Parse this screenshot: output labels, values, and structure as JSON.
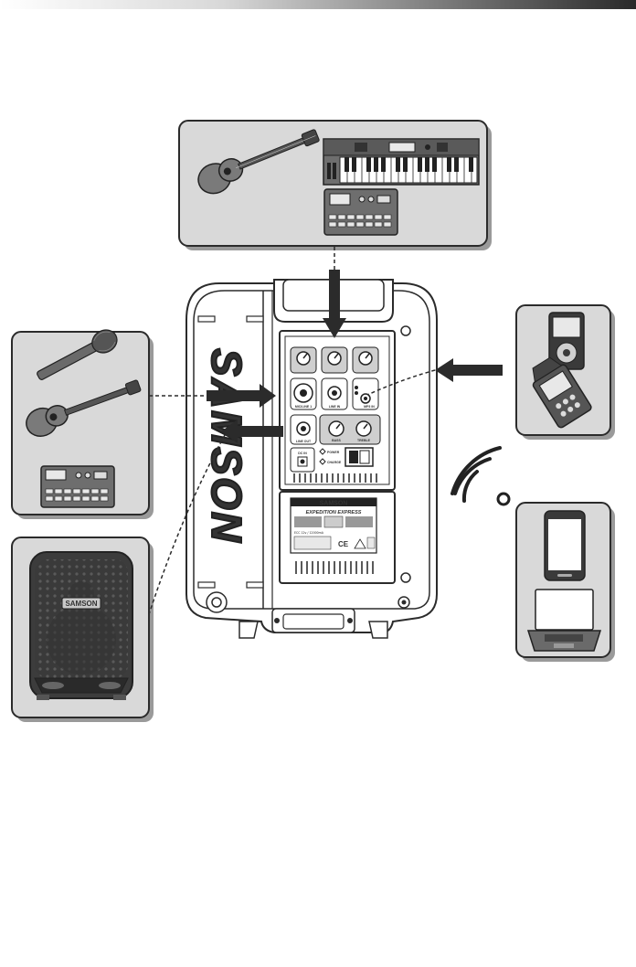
{
  "brand": {
    "speaker_logo": "SAMSON",
    "panel_brand": "SAMSON",
    "panel_model": "EXPEDITION EXPRESS",
    "front_logo": "SAMSON"
  },
  "panel": {
    "mic1_label": "MIC/LINE 1",
    "line_in_label": "LINE IN",
    "mic2_label": "MP3 IN",
    "line_out_label": "LINE OUT",
    "bass_label": "BASS",
    "treble_label": "TREBLE",
    "dc_in_label": "DC IN",
    "power_label": "POWER",
    "charge_label": "CHARGE",
    "spec_row": "ECC 12v / 12000mA",
    "ce_mark": "CE"
  },
  "icons": {
    "guitar": "acoustic-guitar-icon",
    "keyboard": "keyboard-icon",
    "drum_machine": "drum-machine-icon",
    "microphone": "microphone-icon",
    "mp3_player": "mp3-player-icon",
    "recorder": "handheld-recorder-icon",
    "wireless": "wireless-signal-icon",
    "phone": "smartphone-icon",
    "laptop": "laptop-icon",
    "speaker": "speaker-icon"
  },
  "colors": {
    "box_fill": "#d9d9d9",
    "outline": "#2b2b2b",
    "arrow": "#2b2b2b",
    "shadow": "#8a8a8a"
  }
}
